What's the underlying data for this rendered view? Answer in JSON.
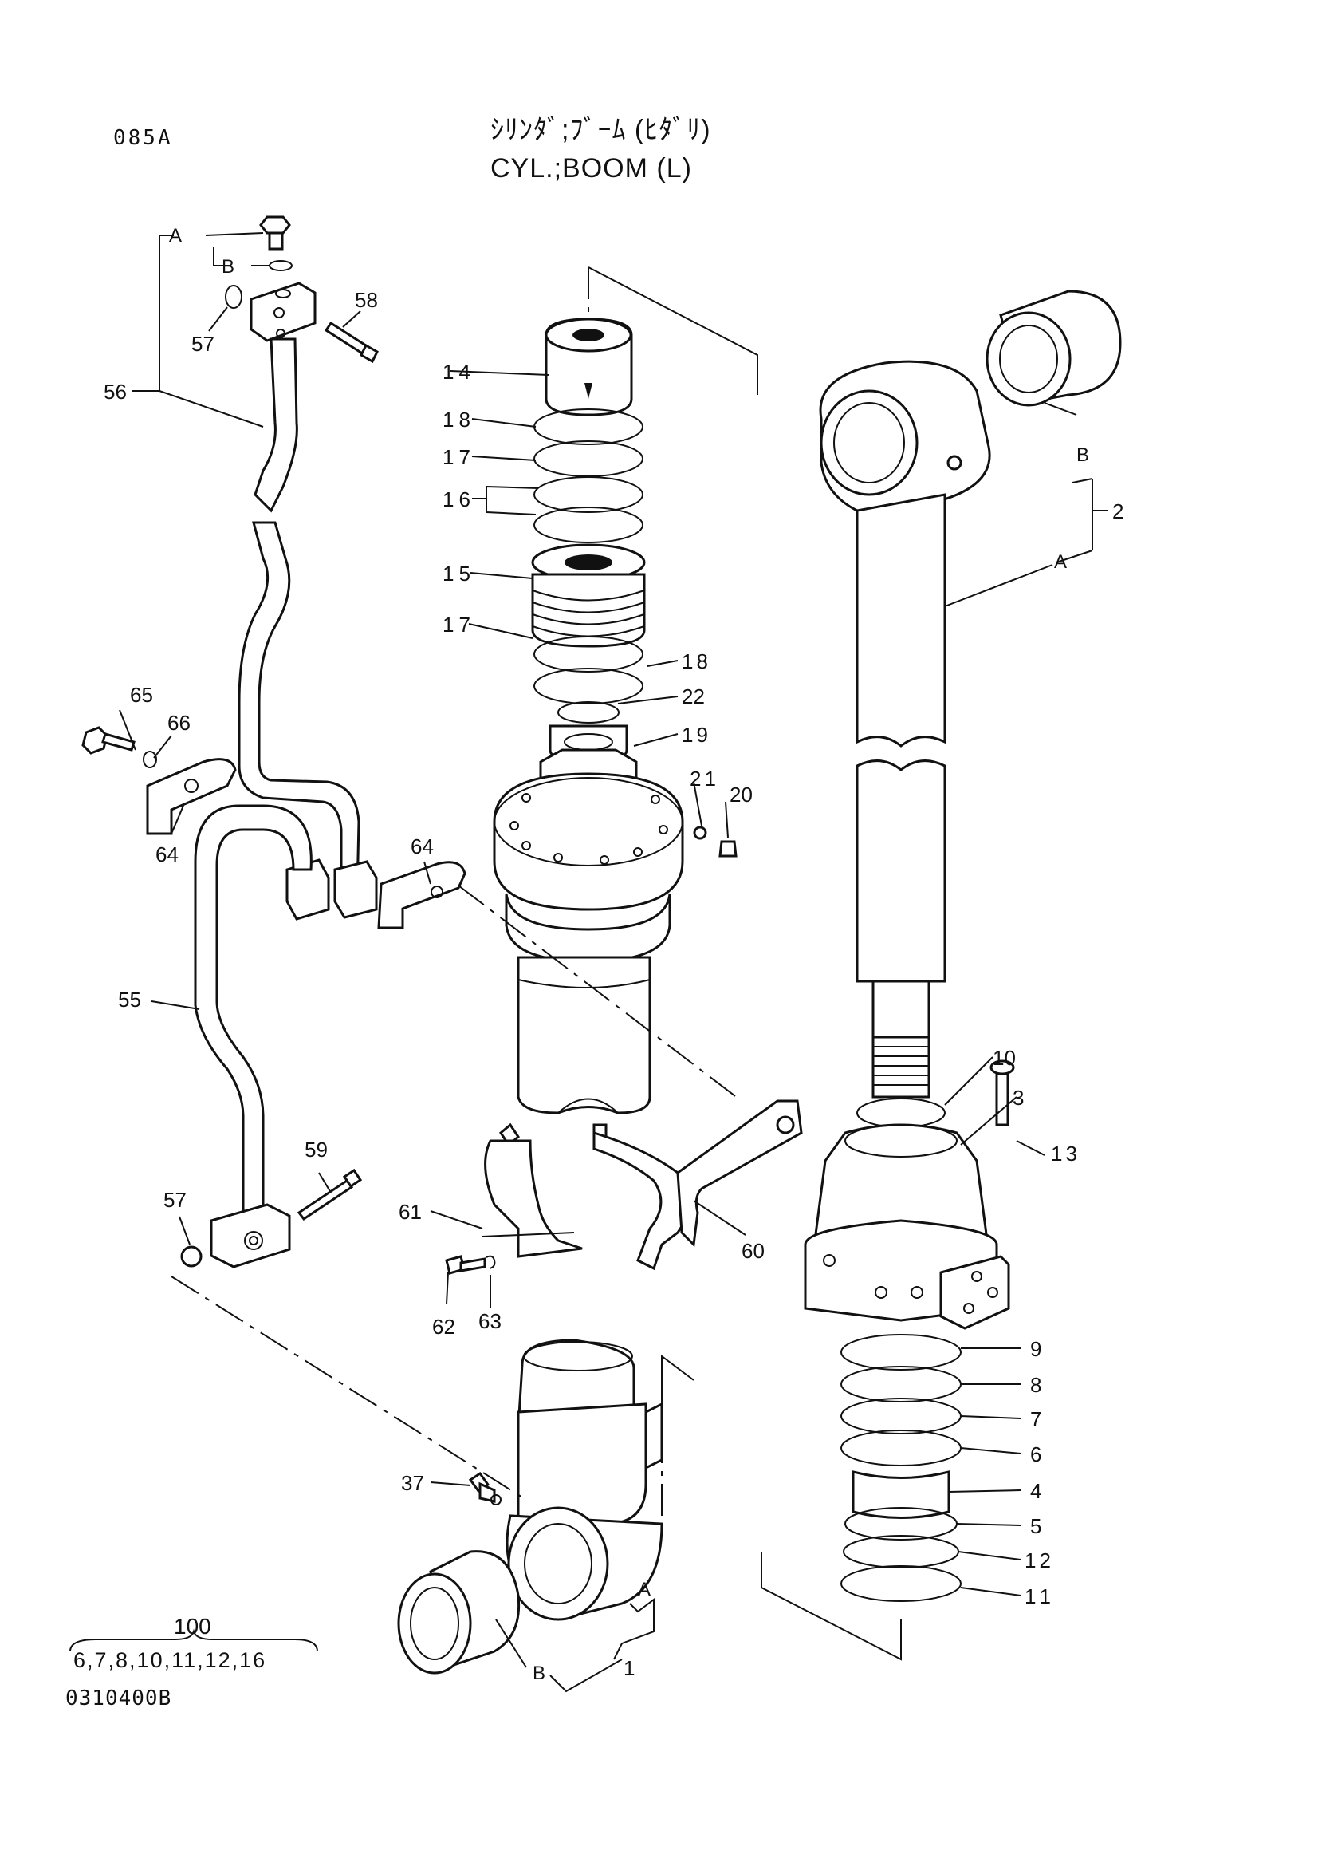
{
  "header": {
    "page_code": "085A",
    "title_jp": "ｼﾘﾝﾀﾞ;ﾌﾞｰﾑ (ﾋﾀﾞﾘ)",
    "title_en": "CYL.;BOOM (L)"
  },
  "footer": {
    "kit_number": "100",
    "kit_contents": "6,7,8,10,11,12,16",
    "drawing_ref": "0310400B"
  },
  "callouts": {
    "c56": "56",
    "c57a": "57",
    "c58": "58",
    "c65": "65",
    "c66": "66",
    "c64a": "64",
    "c64b": "64",
    "c55": "55",
    "c59": "59",
    "c57b": "57",
    "c61": "61",
    "c62": "62",
    "c63": "63",
    "c60": "60",
    "c37": "37",
    "c14": "14",
    "c18a": "18",
    "c17a": "17",
    "c16": "16",
    "c15": "15",
    "c17b": "17",
    "c18b": "18",
    "c22": "22",
    "c19": "19",
    "c21": "21",
    "c20": "20",
    "c2": "2",
    "c10": "10",
    "c3": "3",
    "c13": "13",
    "c9": "9",
    "c8": "8",
    "c7": "7",
    "c6": "6",
    "c4": "4",
    "c5": "5",
    "c12": "12",
    "c11": "11",
    "c1": "1"
  },
  "group_labels": {
    "pipe_a": "A",
    "pipe_b": "B",
    "rod_a": "A",
    "rod_b": "B",
    "tube_a": "A",
    "tube_b": "B"
  }
}
